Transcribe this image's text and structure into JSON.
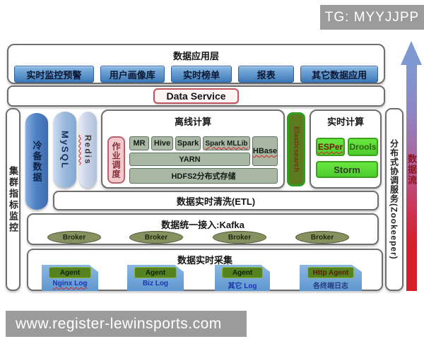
{
  "watermarks": {
    "top": "TG: MYYJJPP",
    "bottom": "www.register-lewinsports.com"
  },
  "app_layer": {
    "title": "数据应用层",
    "apps": [
      "实时监控预警",
      "用户画像库",
      "实时榜单",
      "报表",
      "其它数据应用"
    ]
  },
  "service_layer": {
    "label": "Data Service"
  },
  "left_bar": {
    "label": "集群指标监控"
  },
  "storage": {
    "cylinders": [
      {
        "label": "冷备数据"
      },
      {
        "label": "MySQL"
      },
      {
        "label": "Redis"
      }
    ]
  },
  "offline": {
    "title": "离线计算",
    "scheduler": "作业调度",
    "engines": [
      "MR",
      "Hive",
      "Spark",
      "Spark MLLib"
    ],
    "hbase": "HBase",
    "yarn": "YARN",
    "hdfs": "HDFS2分布式存储"
  },
  "elasticsearch": {
    "label": "Elasticsearch"
  },
  "realtime": {
    "title": "实时计算",
    "engines": [
      "ESPer",
      "Drools",
      "Storm"
    ]
  },
  "right_bar": {
    "label": "分布式协调服务(Zookeeper)"
  },
  "data_flow": {
    "label": "数据流"
  },
  "etl_layer": {
    "title": "数据实时清洗(ETL)"
  },
  "kafka_layer": {
    "title": "数据统一接入:Kafka",
    "brokers": [
      "Broker",
      "Broker",
      "Broker",
      "Broker"
    ]
  },
  "collect_layer": {
    "title": "数据实时采集",
    "agents": [
      {
        "label": "Agent",
        "source": "Nginx Log"
      },
      {
        "label": "Agent",
        "source": "Biz Log"
      },
      {
        "label": "Agent",
        "source": "其它 Log"
      },
      {
        "label": "Http Agent",
        "source": "各终端日志"
      }
    ]
  },
  "colors": {
    "app_button_blue": "#3d79b8",
    "container_border_gray": "#6e6e6e",
    "data_service_border_red": "#c2565e",
    "sage_box_green": "#a9b7a5",
    "scheduler_pink": "#f2c9cd",
    "realtime_green": "#55d832",
    "elasticsearch_dark_green": "#5c7a1e",
    "broker_olive": "#87915f",
    "agent_blue": "#6ba3d6",
    "agent_chip_green": "#55831f",
    "flow_arrow_top_blue": "#7e99d2",
    "flow_arrow_bottom_red": "#d61f28",
    "watermark_gray": "#9b9b9b"
  }
}
